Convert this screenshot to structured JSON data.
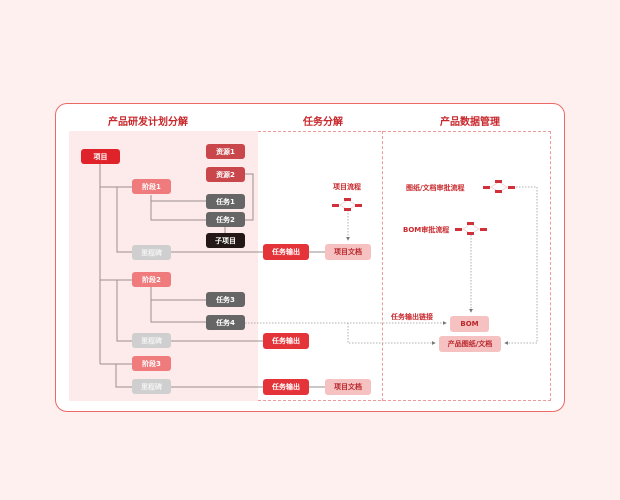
{
  "headers": {
    "plan": "产品研发计划分解",
    "task": "任务分解",
    "pdm": "产品数据管理"
  },
  "nodes": {
    "project": "项目",
    "resource1": "资源1",
    "resource2": "资源2",
    "stage1": "阶段1",
    "stage2": "阶段2",
    "stage3": "阶段3",
    "task1": "任务1",
    "task2": "任务2",
    "task3": "任务3",
    "task4": "任务4",
    "subproject": "子项目",
    "milestone": "里程碑",
    "task_output": "任务输出",
    "project_doc": "项目文档",
    "bom": "BOM",
    "product_drawing_doc": "产品图纸/文档"
  },
  "labels": {
    "project_flow": "项目流程",
    "drawing_approval_flow": "图纸/文档审批流程",
    "bom_approval_flow": "BOM审批流程",
    "task_output_link": "任务输出链接"
  },
  "colors": {
    "accent": "#e0232a",
    "border": "#ea6a66",
    "panel": "#fdeaea"
  }
}
